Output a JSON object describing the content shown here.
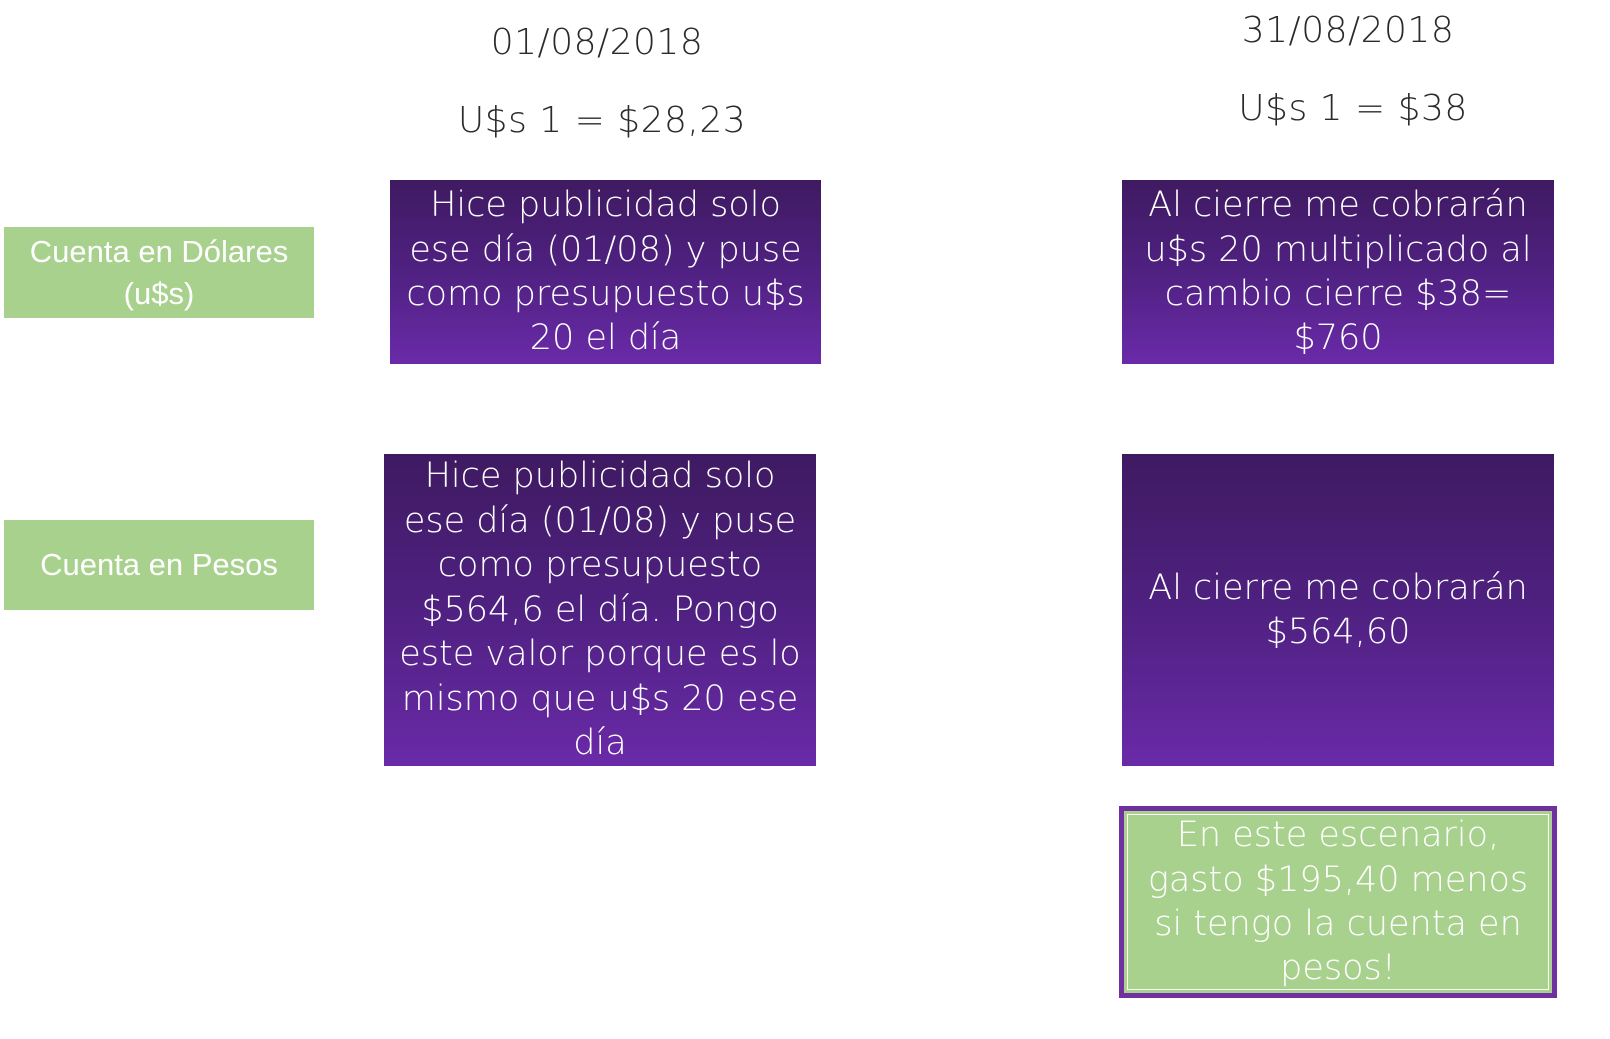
{
  "headers": {
    "left_date": "01/08/2018",
    "left_rate": "U$s 1 = $28,23",
    "right_date": "31/08/2018",
    "right_rate": "U$s 1 = $38"
  },
  "rows": {
    "dolares_label": "Cuenta en Dólares (u$s)",
    "pesos_label": "Cuenta en Pesos"
  },
  "boxes": {
    "dolares_start": "Hice publicidad solo ese día (01/08) y puse como presupuesto u$s 20 el día",
    "dolares_end": "Al cierre me cobrarán u$s 20 multiplicado al cambio cierre $38= $760",
    "pesos_start": "Hice publicidad solo ese día (01/08) y puse como presupuesto $564,6 el día. Pongo este valor porque es lo mismo que u$s 20 ese día",
    "pesos_end": "Al cierre me cobrarán $564,60",
    "conclusion": "En este escenario, gasto $195,40 menos si tengo la cuenta en pesos!"
  },
  "colors": {
    "green": "#a9d18e",
    "purple_dark": "#3f1a61",
    "purple_light": "#6a2aa8",
    "border_purple": "#7030a0"
  }
}
